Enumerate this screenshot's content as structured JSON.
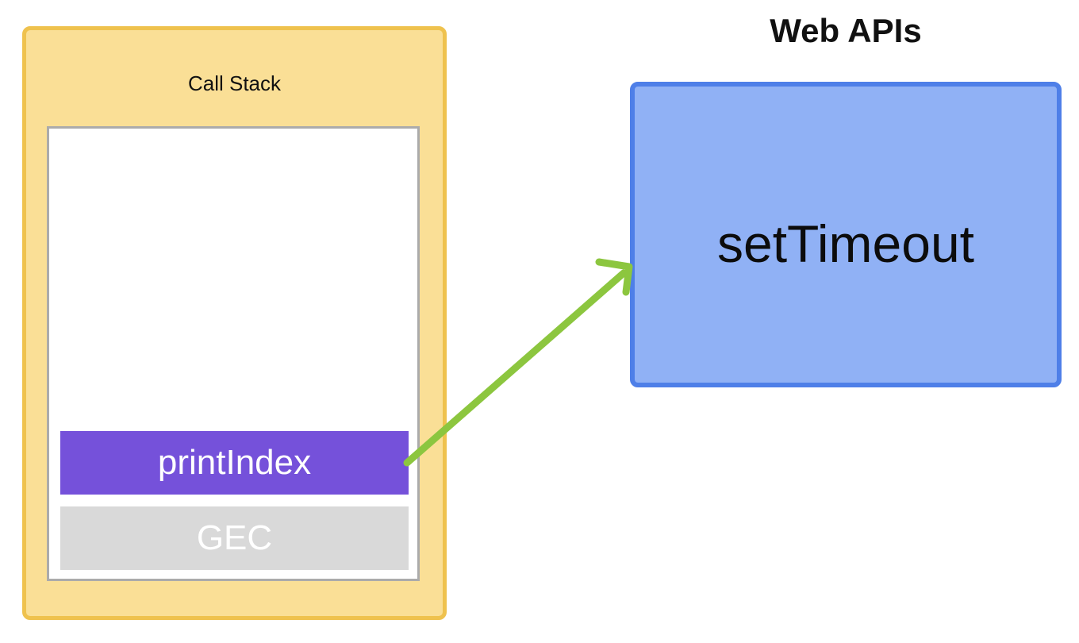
{
  "diagram": {
    "call_stack": {
      "label": "Call Stack",
      "frames": [
        {
          "id": "printIndex",
          "label": "printIndex"
        },
        {
          "id": "GEC",
          "label": "GEC"
        }
      ]
    },
    "web_apis": {
      "label": "Web APIs",
      "items": [
        {
          "id": "setTimeout",
          "label": "setTimeout"
        }
      ]
    },
    "arrow": {
      "from": "printIndex",
      "to": "Web APIs"
    }
  },
  "colors": {
    "call_stack_fill": "#FADF96",
    "call_stack_border": "#EFC24E",
    "inner_fill": "#FFFFFF",
    "inner_border": "#ABABAB",
    "frame_purple": "#7551DA",
    "frame_gray": "#D9D9D9",
    "web_apis_fill": "#90B1F5",
    "web_apis_border": "#4E7FE8",
    "arrow_green": "#8CC63F"
  }
}
